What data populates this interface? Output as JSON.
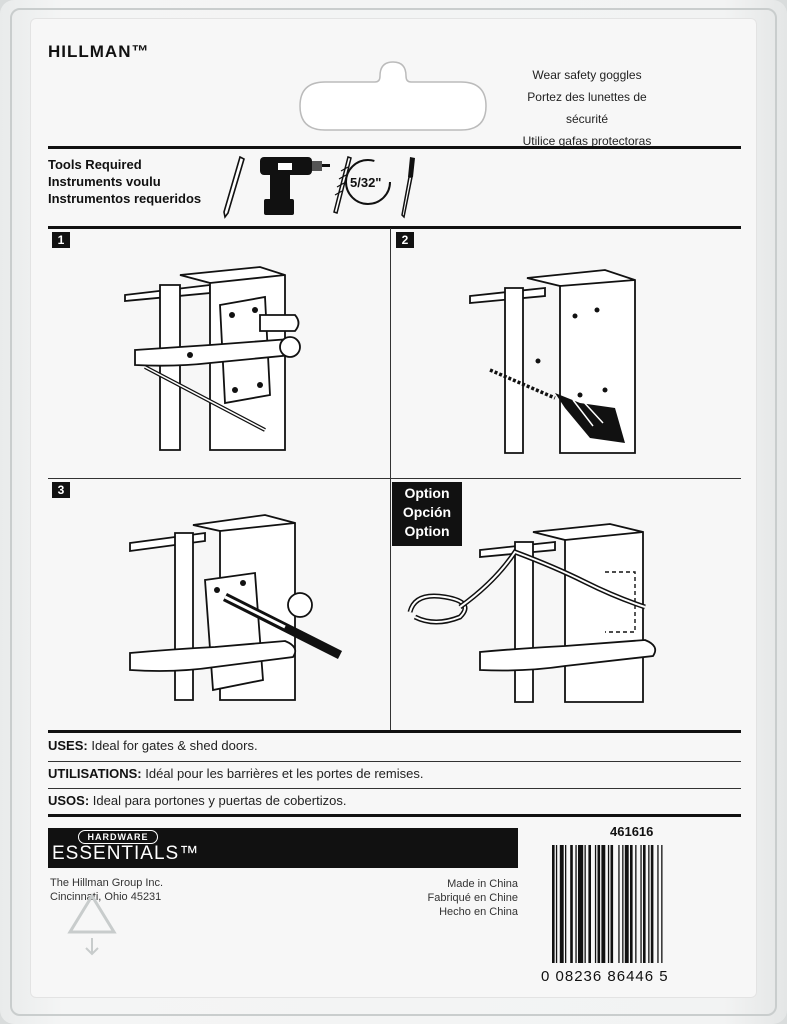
{
  "brand": "HILLMAN™",
  "safety": [
    "Wear safety goggles",
    "Portez des lunettes de sécurité",
    "Utilice gafas protectoras"
  ],
  "tools": [
    "Tools Required",
    "Instruments voulu",
    "Instrumentos requeridos"
  ],
  "drill_bit_size": "5/32\"",
  "steps": [
    "1",
    "2",
    "3"
  ],
  "option": [
    "Option",
    "Opción",
    "Option"
  ],
  "uses": [
    {
      "label": "USES:",
      "text": " Ideal for gates & shed doors."
    },
    {
      "label": "UTILISATIONS:",
      "text": " Idéal pour les barrières et les portes de remises."
    },
    {
      "label": "USOS:",
      "text": " Ideal para portones y puertas de cobertizos."
    }
  ],
  "logo": {
    "top": "HARDWARE",
    "bottom": "ESSENTIALS™"
  },
  "address": [
    "The Hillman Group Inc.",
    "Cincinnati, Ohio 45231"
  ],
  "made_in": [
    "Made in China",
    "Fabriqué en Chine",
    "Hecho en China"
  ],
  "sku": "461616",
  "barcode_digits": "0   08236   86446   5",
  "icons": [
    "pencil-icon",
    "cordless-drill-icon",
    "drill-bit-icon",
    "screwdriver-icon",
    "recycle-icon"
  ]
}
